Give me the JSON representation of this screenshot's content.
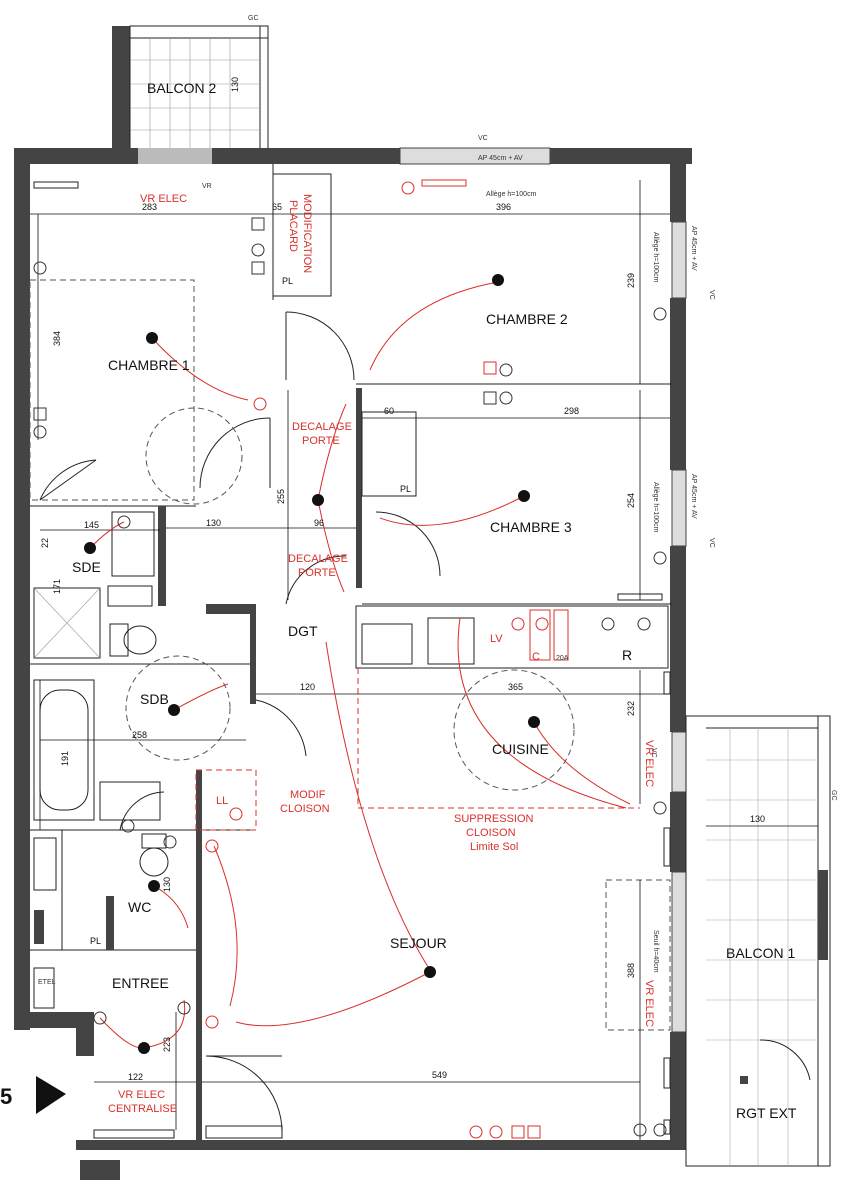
{
  "rooms": {
    "balcon2": "BALCON 2",
    "chambre1": "CHAMBRE 1",
    "chambre2": "CHAMBRE 2",
    "chambre3": "CHAMBRE 3",
    "sde": "SDE",
    "sdb": "SDB",
    "dgt": "DGT",
    "cuisine": "CUISINE",
    "wc": "WC",
    "entree": "ENTREE",
    "sejour": "SEJOUR",
    "balcon1": "BALCON 1",
    "rgt_ext": "RGT EXT",
    "pl": "PL",
    "ll": "LL",
    "etel": "ETEL",
    "lv": "LV",
    "c": "C",
    "r": "R"
  },
  "annotations": {
    "vr_elec_top": "VR ELEC",
    "modification": "MODIFICATION",
    "placard": "PLACARD",
    "decalage1_line1": "DECALAGE",
    "decalage1_line2": "PORTE",
    "decalage2_line1": "DECALAGE",
    "decalage2_line2": "PORTE",
    "modif_line1": "MODIF",
    "modif_line2": "CLOISON",
    "suppression_line1": "SUPPRESSION",
    "suppression_line2": "CLOISON",
    "suppression_line3": "Limite Sol",
    "vr_elec_centralise1": "VR ELEC",
    "vr_elec_centralise2": "CENTRALISE",
    "vr_elec_right": "VR ELEC",
    "vr_elec_kitchen": "VR ELEC",
    "ap_top": "AP 45cm + AV",
    "allege_top": "Allège h=100cm",
    "ap_right1": "AP 45cm + AV",
    "allege_right1": "Allège h=100cm",
    "ap_right2": "AP 45cm + AV",
    "allege_right2": "Allège h=100cm",
    "seuil": "Seuil h=40cm",
    "vc1": "VC",
    "vc2": "VC",
    "vc3": "VC",
    "vc4": "VC",
    "gc1": "GC",
    "gc2": "GC",
    "vr_top": "VR",
    "h20a": "20A",
    "marker": "5"
  },
  "dimensions": {
    "d283": "283",
    "d65": "65",
    "d396": "396",
    "d130_balcon2": "130",
    "d384": "384",
    "d239": "239",
    "d60": "60",
    "d298": "298",
    "d254": "254",
    "d255": "255",
    "d130_mid": "130",
    "d96": "96",
    "d145": "145",
    "d22": "22",
    "d171": "171",
    "d120": "120",
    "d365": "365",
    "d232": "232",
    "d258": "258",
    "d191": "191",
    "d130_wc": "130",
    "d130_balcon1": "130",
    "d388": "388",
    "d122": "122",
    "d223": "223",
    "d549": "549"
  }
}
